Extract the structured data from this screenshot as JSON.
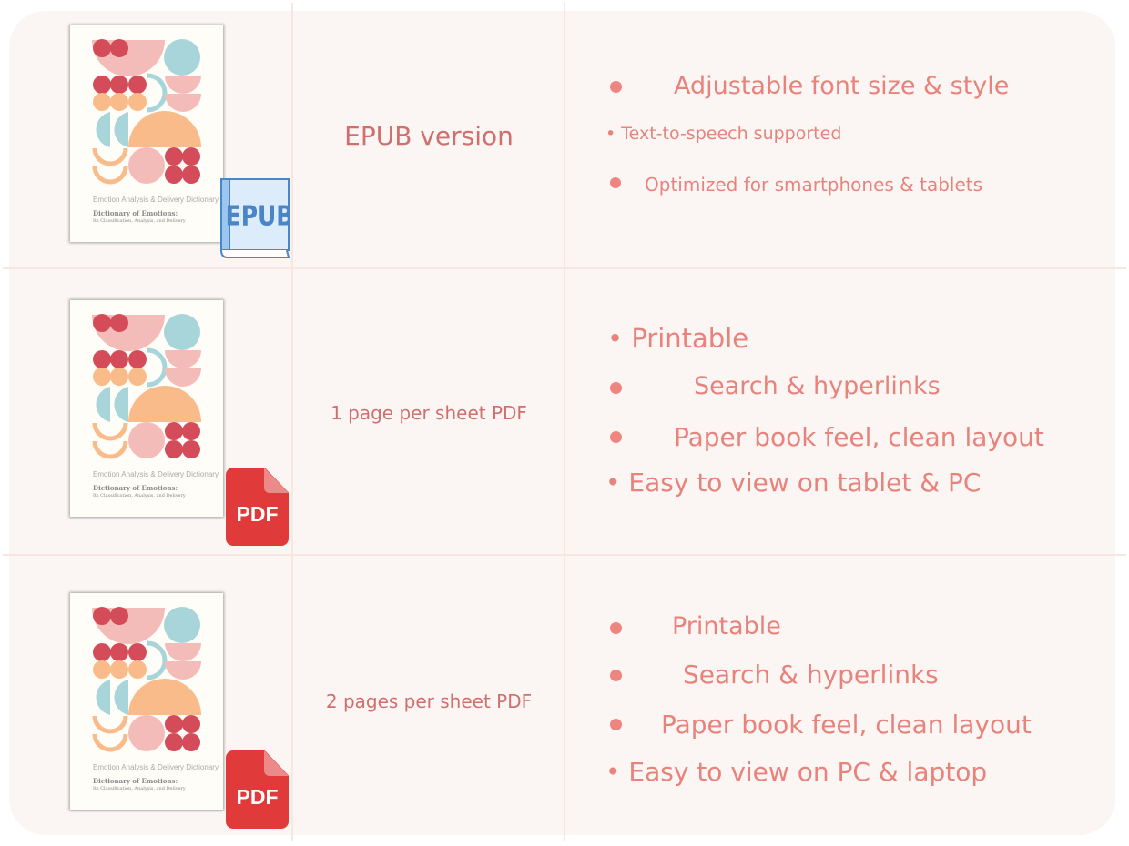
{
  "cover": {
    "subtitle_en": "Emotion Analysis & Delivery Dictionary",
    "title": "Dictionary of Emotions:",
    "subtitle": "Its Classification, Analysis, and Delivery"
  },
  "colors": {
    "accent": "#e8837c",
    "label": "#d06f6e",
    "pdf": "#e03a3a",
    "epub": "#4a86c5"
  },
  "rows": [
    {
      "format_label": "EPUB version",
      "badge": "EPUB",
      "features": [
        "Adjustable font size & style",
        "• Text-to-speech supported",
        "Optimized for smartphones & tablets"
      ]
    },
    {
      "format_label": "1 page per sheet PDF",
      "badge": "PDF",
      "features": [
        "• Printable",
        "Search & hyperlinks",
        "Paper book feel, clean layout",
        "• Easy to view on tablet & PC"
      ]
    },
    {
      "format_label": "2 pages per sheet PDF",
      "badge": "PDF",
      "features": [
        "Printable",
        "Search & hyperlinks",
        "Paper book feel, clean layout",
        "• Easy to view on PC & laptop"
      ]
    }
  ]
}
